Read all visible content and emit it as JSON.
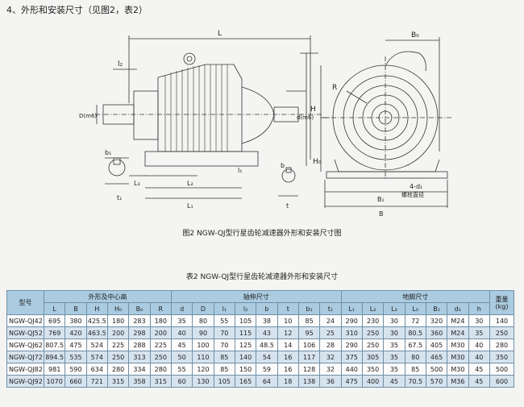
{
  "section_title": "4、外形和安装尺寸（见图2，表2）",
  "figure_caption": "图2  NGW-QJ型行星齿轮减速器外形和安装尺寸图",
  "table_caption": "表2  NGW-QJ型行星齿轮减速器外形和安装尺寸",
  "drawing_labels": {
    "L": "L",
    "l2": "l₂",
    "H": "H",
    "B0": "B₀",
    "R": "R",
    "Dm6": "D(m6)",
    "dm6": "d(m6)",
    "H0": "H₀",
    "b1": "b₁",
    "t1": "t₁",
    "t": "t",
    "b": "b",
    "L3": "L₃",
    "L2": "L₂",
    "L1": "L₁",
    "l1": "l₁",
    "holes": "4-d₁",
    "holes_note": "螺栓直径",
    "B1": "B₁",
    "B": "B"
  },
  "table": {
    "header_model": "型号",
    "groups": [
      {
        "label": "外形及中心高",
        "span": 6
      },
      {
        "label": "轴伸尺寸",
        "span": 8
      },
      {
        "label": "地脚尺寸",
        "span": 7
      }
    ],
    "header_weight": "重量 (kg)",
    "columns": [
      "L",
      "B",
      "H",
      "H₀",
      "B₀",
      "R",
      "d",
      "D",
      "l₁",
      "l₂",
      "b",
      "t",
      "b₁",
      "t₁",
      "L₁",
      "L₂",
      "L₃",
      "L₀",
      "B₁",
      "d₁",
      "h"
    ],
    "rows": [
      [
        "NGW-QJ42",
        "695",
        "380",
        "425.5",
        "180",
        "283",
        "180",
        "35",
        "80",
        "55",
        "105",
        "38",
        "10",
        "85",
        "24",
        "290",
        "230",
        "30",
        "72",
        "320",
        "M24",
        "30",
        "140"
      ],
      [
        "NGW-QJ52",
        "769",
        "420",
        "463.5",
        "200",
        "298",
        "200",
        "40",
        "90",
        "70",
        "115",
        "43",
        "12",
        "95",
        "25",
        "310",
        "250",
        "30",
        "80.5",
        "360",
        "M24",
        "35",
        "250"
      ],
      [
        "NGW-QJ62",
        "807.5",
        "475",
        "524",
        "225",
        "288",
        "225",
        "45",
        "100",
        "70",
        "125",
        "48.5",
        "14",
        "106",
        "28",
        "290",
        "250",
        "35",
        "67.5",
        "405",
        "M30",
        "40",
        "280"
      ],
      [
        "NGW-QJ72",
        "894.5",
        "535",
        "574",
        "250",
        "313",
        "250",
        "50",
        "110",
        "85",
        "140",
        "54",
        "16",
        "117",
        "32",
        "375",
        "305",
        "35",
        "80",
        "465",
        "M30",
        "40",
        "350"
      ],
      [
        "NGW-QJ82",
        "981",
        "590",
        "634",
        "280",
        "334",
        "280",
        "55",
        "120",
        "85",
        "150",
        "59",
        "16",
        "128",
        "32",
        "440",
        "350",
        "35",
        "85",
        "500",
        "M30",
        "45",
        "500"
      ],
      [
        "NGW-QJ92",
        "1070",
        "660",
        "721",
        "315",
        "358",
        "315",
        "60",
        "130",
        "105",
        "165",
        "64",
        "18",
        "138",
        "36",
        "475",
        "400",
        "45",
        "70.5",
        "570",
        "M36",
        "45",
        "600"
      ]
    ]
  }
}
